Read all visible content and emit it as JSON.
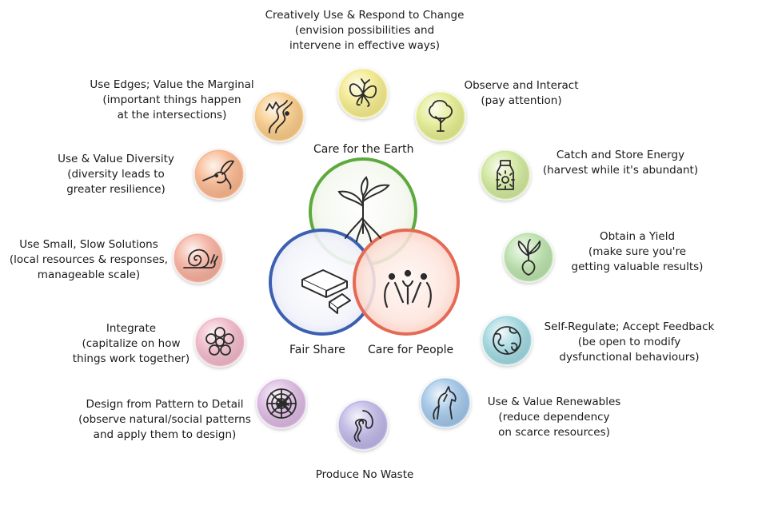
{
  "ethics": {
    "earth": "Care for the Earth",
    "people": "Care for People",
    "fair": "Fair Share"
  },
  "principles": [
    {
      "id": "change",
      "title": "Creatively Use & Respond to Change",
      "sub": "(envision possibilities and\nintervene in effective ways)",
      "icon": "butterfly-icon",
      "color": "#f2e98a"
    },
    {
      "id": "observe",
      "title": "Observe and Interact",
      "sub": "(pay attention)",
      "icon": "tree-icon",
      "color": "#e3eb8e"
    },
    {
      "id": "energy",
      "title": "Catch and Store Energy",
      "sub": "(harvest while it's abundant)",
      "icon": "jar-sun-icon",
      "color": "#cfe69a"
    },
    {
      "id": "yield",
      "title": "Obtain a Yield",
      "sub": "(make sure you're\ngetting valuable results)",
      "icon": "beet-icon",
      "color": "#b9e0aa"
    },
    {
      "id": "feedback",
      "title": "Self-Regulate; Accept Feedback",
      "sub": "(be open to modify\ndysfunctional behaviours)",
      "icon": "globe-icon",
      "color": "#9fd6de"
    },
    {
      "id": "renewables",
      "title": "Use & Value Renewables",
      "sub": "(reduce dependency\non scarce resources)",
      "icon": "horse-icon",
      "color": "#9ec3e6"
    },
    {
      "id": "waste",
      "title": "Produce No Waste",
      "sub": "",
      "icon": "worm-icon",
      "color": "#bcb4e3"
    },
    {
      "id": "pattern",
      "title": "Design from Pattern to Detail",
      "sub": "(observe natural/social patterns\nand apply them to design)",
      "icon": "spider-web-icon",
      "color": "#d9b7df"
    },
    {
      "id": "integrate",
      "title": "Integrate",
      "sub": "(capitalize on how\nthings work together)",
      "icon": "flower-ring-icon",
      "color": "#eeb6c6"
    },
    {
      "id": "small",
      "title": "Use Small, Slow Solutions",
      "sub": "(local resources & responses,\nmanageable scale)",
      "icon": "snail-icon",
      "color": "#f4ad9b"
    },
    {
      "id": "diversity",
      "title": "Use & Value Diversity",
      "sub": "(diversity leads to\ngreater resilience)",
      "icon": "hummingbird-icon",
      "color": "#f7b48c"
    },
    {
      "id": "edges",
      "title": "Use Edges; Value the Marginal",
      "sub": "(important things happen\nat the intersections)",
      "icon": "river-icon",
      "color": "#f7c985"
    }
  ]
}
